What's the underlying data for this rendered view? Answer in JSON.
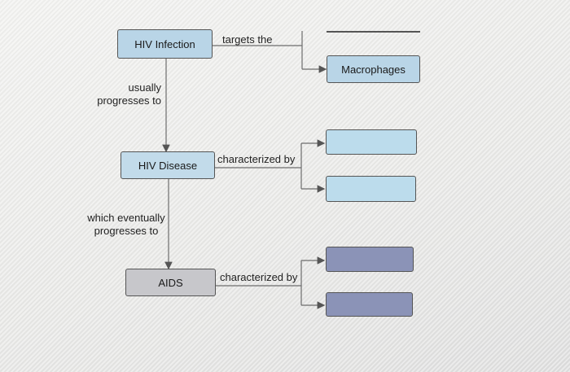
{
  "nodes": {
    "hiv_infection": "HIV Infection",
    "hiv_disease": "HIV Disease",
    "aids": "AIDS",
    "macrophages": "Macrophages"
  },
  "links": {
    "targets": "targets the",
    "usually_progresses": "usually progresses to",
    "characterized_1": "characterized by",
    "eventually_progresses": "which eventually progresses to",
    "characterized_2": "characterized by"
  },
  "answer_slots": {
    "target_1": "",
    "characteristic_1": "",
    "characteristic_2": "",
    "aids_characteristic_1": "",
    "aids_characteristic_2": ""
  },
  "colors": {
    "blue_box": "#b9d5e7",
    "gray_box": "#c7c7cb",
    "dark_slot": "#8b93b7",
    "line": "#6d6d6d"
  }
}
